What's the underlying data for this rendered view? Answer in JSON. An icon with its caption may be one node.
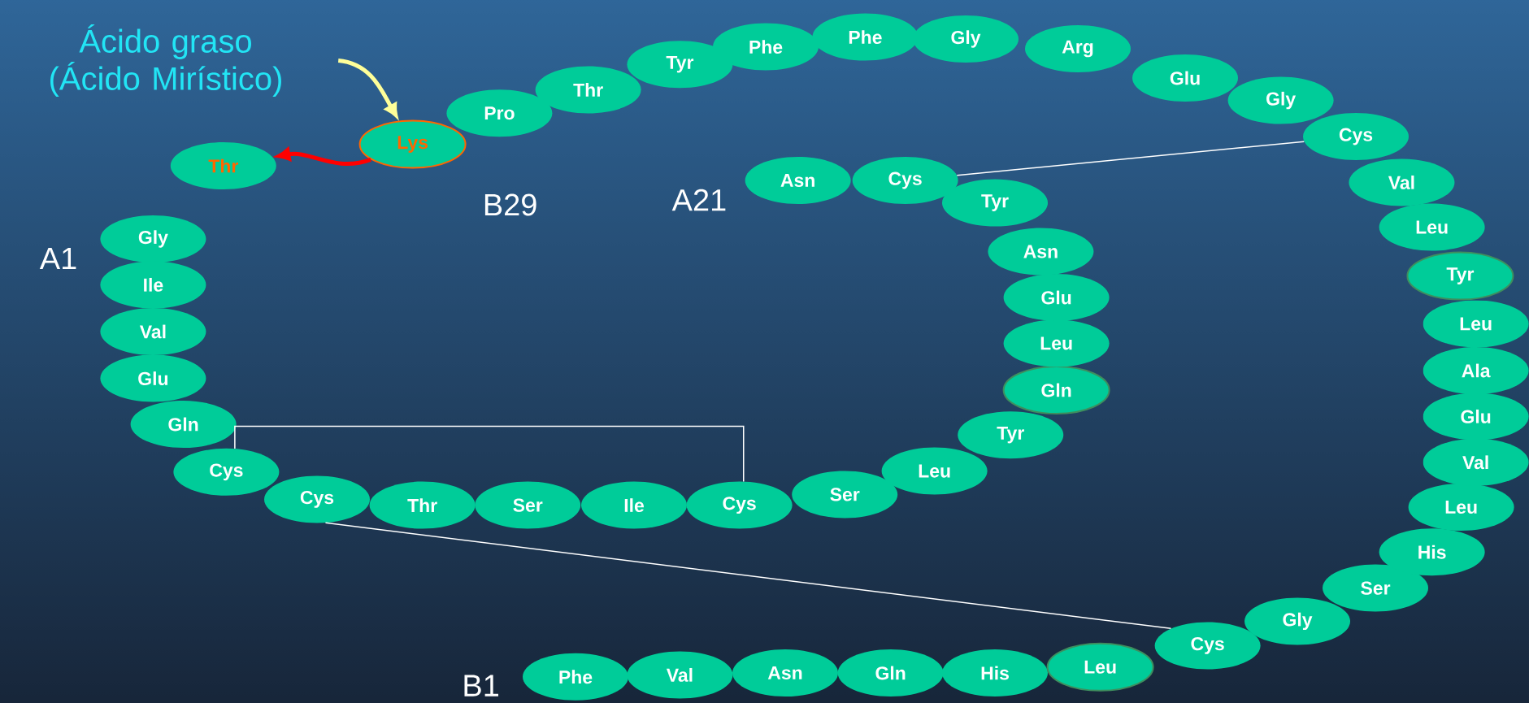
{
  "diagram": {
    "nodes": [
      {
        "text": [
          "Ácido graso (Ácido Mirístico)"
        ]
      },
      {
        "text": [
          "Gly"
        ]
      },
      {
        "text": [
          "Ile"
        ]
      },
      {
        "text": [
          "Val"
        ]
      },
      {
        "text": [
          "Glu"
        ]
      },
      {
        "text": [
          "Gln"
        ]
      },
      {
        "text": [
          "Cys"
        ]
      },
      {
        "text": [
          "Cys"
        ]
      },
      {
        "text": [
          "Thr"
        ]
      },
      {
        "text": [
          "Ser"
        ]
      },
      {
        "text": [
          "Ile"
        ]
      },
      {
        "text": [
          "Cys"
        ]
      },
      {
        "text": [
          "Ser"
        ]
      },
      {
        "text": [
          "Leu"
        ]
      },
      {
        "text": [
          "Tyr"
        ]
      },
      {
        "text": [
          "Gln"
        ]
      },
      {
        "text": [
          "Leu"
        ]
      },
      {
        "text": [
          "Glu"
        ]
      },
      {
        "text": [
          "Asn"
        ]
      },
      {
        "text": [
          "Tyr"
        ]
      },
      {
        "text": [
          "Cys"
        ]
      },
      {
        "text": [
          "Asn"
        ]
      },
      {
        "text": [
          "Phe"
        ]
      },
      {
        "text": [
          "Val"
        ]
      },
      {
        "text": [
          "Asn"
        ]
      },
      {
        "text": [
          "Gln"
        ]
      },
      {
        "text": [
          "His"
        ]
      },
      {
        "text": [
          "Leu"
        ]
      },
      {
        "text": [
          "Cys"
        ]
      },
      {
        "text": [
          "Gly"
        ]
      },
      {
        "text": [
          "Ser"
        ]
      },
      {
        "text": [
          "His"
        ]
      },
      {
        "text": [
          "Leu"
        ]
      },
      {
        "text": [
          "Val"
        ]
      },
      {
        "text": [
          "Glu"
        ]
      },
      {
        "text": [
          "Ala"
        ]
      },
      {
        "text": [
          "Leu"
        ]
      },
      {
        "text": [
          "Tyr"
        ]
      },
      {
        "text": [
          "Leu"
        ]
      },
      {
        "text": [
          "Val"
        ]
      },
      {
        "text": [
          "Cys"
        ]
      },
      {
        "text": [
          "Gly"
        ]
      },
      {
        "text": [
          "Glu"
        ]
      },
      {
        "text": [
          "Arg"
        ]
      },
      {
        "text": [
          "Gly"
        ]
      },
      {
        "text": [
          "Phe"
        ]
      },
      {
        "text": [
          "Phe"
        ]
      },
      {
        "text": [
          "Tyr"
        ]
      },
      {
        "text": [
          "Thr"
        ]
      },
      {
        "text": [
          "Pro"
        ]
      },
      {
        "text": [
          "Lys"
        ]
      },
      {
        "text": [
          "Thr"
        ]
      }
    ],
    "edges": [
      {
        "from": 0,
        "to": 50,
        "arrow": "to",
        "style": "thick",
        "color": "#ffff99"
      },
      {
        "from": 50,
        "to": 51,
        "arrow": "to",
        "style": "thick",
        "color": "#ff0000"
      },
      {
        "from": 20,
        "to": 40,
        "arrow": "none"
      },
      {
        "from": 6,
        "to": 11,
        "arrow": "none"
      },
      {
        "from": 7,
        "to": 28,
        "arrow": "none"
      }
    ],
    "labels": [
      "B29",
      "A21",
      "A1",
      "B1"
    ]
  }
}
